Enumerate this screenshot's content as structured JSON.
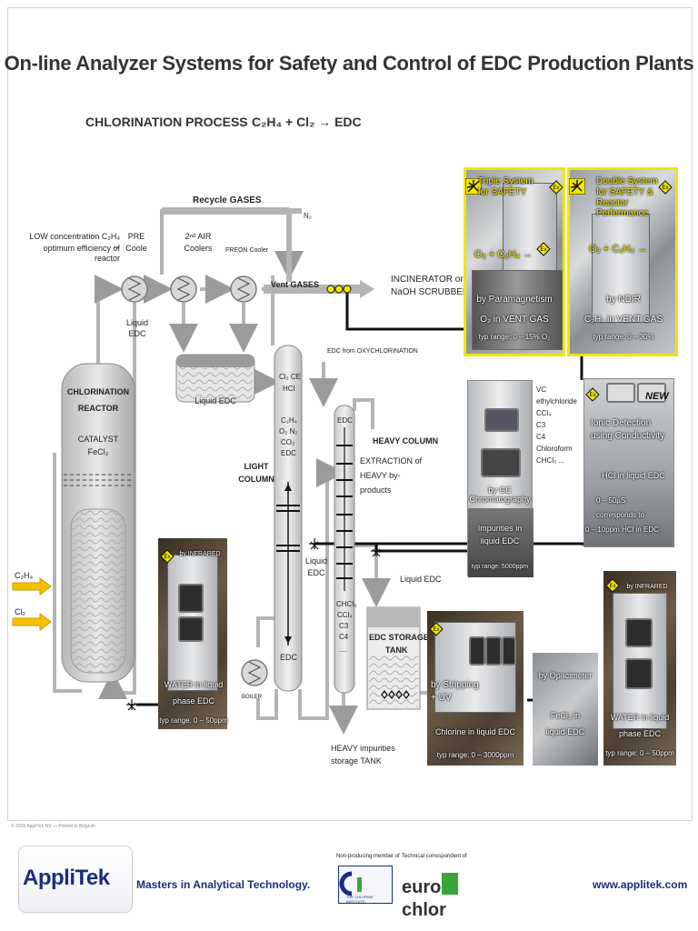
{
  "title": "On-line Analyzer Systems for Safety and Control of EDC Production Plants",
  "subtitle": {
    "process": "CHLORINATION PROCESS",
    "reaction": "C₂H₄ + Cl₂ → EDC"
  },
  "diagram": {
    "recycle_gases": "Recycle GASES",
    "n2": "N₂",
    "low_conc_1": "LOW concentration C₂H₄ →",
    "low_conc_2": "optimum efficiency of reactor",
    "pre_cooler_1": "PRE",
    "pre_cooler_2": "Coole",
    "air_coolers_1": "2ⁿᵈ AIR",
    "air_coolers_2": "Coolers",
    "freon_cooler": "FREON Cooler",
    "vent_gases": "Vent GASES",
    "incinerator_1": "INCINERATOR  or",
    "incinerator_2": "NaOH SCRUBBER",
    "liquid_edc_top_1": "Liquid",
    "liquid_edc_top_2": "EDC",
    "liquid_edc_tank": "Liquid EDC",
    "reactor_1": "CHLORINATION",
    "reactor_2": "REACTOR",
    "catalyst_1": "CATALYST",
    "catalyst_2": "FeCl₃",
    "c2h4": "C₂H₄",
    "cl2": "Cl₂",
    "light_col_top_1": "Cl₂   CE",
    "light_col_top_2": "HCl",
    "light_col_mid_1": "C₂H₄",
    "light_col_mid_2": "O₂   N₂",
    "light_col_mid_3": "CO₂",
    "light_col_mid_4": "EDC",
    "light_column_1": "LIGHT",
    "light_column_2": "COLUMN",
    "light_col_bottom": "EDC",
    "boiler": "BOILER",
    "edc_from_oxy": "EDC from OXYCHLORINATION",
    "heavy_col_top": "EDC",
    "heavy_column": "HEAVY COLUMN",
    "extraction_1": "EXTRACTION      of",
    "extraction_2": "HEAVY          by-",
    "extraction_3": "products",
    "liquid_edc_mid_1": "Liquid",
    "liquid_edc_mid_2": "EDC",
    "heavy_col_bottom_1": "CHCl₃",
    "heavy_col_bottom_2": "CCl₄",
    "heavy_col_bottom_3": "C3",
    "heavy_col_bottom_4": "C4",
    "heavy_col_bottom_5": "....",
    "liquid_edc_right": "Liquid EDC",
    "storage_tank_1": "EDC   STORAGE",
    "storage_tank_2": "TANK",
    "heavy_impurities_1": "HEAVY impurities",
    "heavy_impurities_2": "storage TANK"
  },
  "analyzers": {
    "triple": {
      "line1": "Triple System",
      "line2": "for SAFETY",
      "formula": "O₂ + C₂H₄ →",
      "method": "by Paramagnetism",
      "target": "O₂ in VENT GAS",
      "range": "typ range: 0 – 15% O₂"
    },
    "double": {
      "line1": "Double System",
      "line2": "for SAFETY      &",
      "line3": "Reactor Performance",
      "formula": "O₂ + C₂H₄ →",
      "method": "by NDIR",
      "target": "C₂H₄ in VENT GAS",
      "range": "typ range: 0 – 30%"
    },
    "gc": {
      "list": [
        "VC",
        "ethylchloride",
        "CCl₄",
        "C3",
        "C4",
        "Chloroform",
        "CHCl₃ ..."
      ],
      "method": "by GC Chromatography",
      "target_1": "Impurities in",
      "target_2": "liquid EDC",
      "range": "typ range: 5000ppm"
    },
    "ionic": {
      "new": "NEW",
      "line1": "Ionic Detection",
      "line2": "using Conductivity",
      "target": "HCl in liquid EDC",
      "range_1": "0 – 50µS",
      "range_2": "corresponds to",
      "range_3": "0 – 10ppm HCl in EDC"
    },
    "water1": {
      "method": "by INFRARED",
      "target_1": "WATER in          liquid",
      "target_2": "phase EDC",
      "range": "typ range: 0 – 50ppm"
    },
    "chlorine": {
      "method": "by  Stripping",
      "method_2": "+ UV",
      "target": "Chlorine in liquid EDC",
      "range": "typ range: 0 – 3000ppm"
    },
    "fecl3": {
      "method": "by Opacimeter",
      "target_1": "FeCl₃  in",
      "target_2": "liquid  EDC"
    },
    "water2": {
      "method": "by INFRARED",
      "target_1": "WATER in          liquid",
      "target_2": "phase EDC",
      "range": "typ range: 0 – 50ppm"
    }
  },
  "footer": {
    "copyright": "© 2016 AppliTek NV — Printed in Belgium",
    "brand": "AppliTek",
    "slogan": "Masters in Analytical Technology.",
    "member_label": "Non-producing member of",
    "member_org": "THE CHLORINE INSTITUTE",
    "correspondent_label": "Technical correspondent of",
    "correspondent_org": "euro chlor",
    "url": "www.applitek.com"
  },
  "colors": {
    "accent_yellow": "#f2e600",
    "arrow_yellow": "#f5c000",
    "pipe_gray": "#b4b4b4",
    "brand_blue": "#1a2f7a",
    "eurochlor_green": "#3aa63a"
  }
}
